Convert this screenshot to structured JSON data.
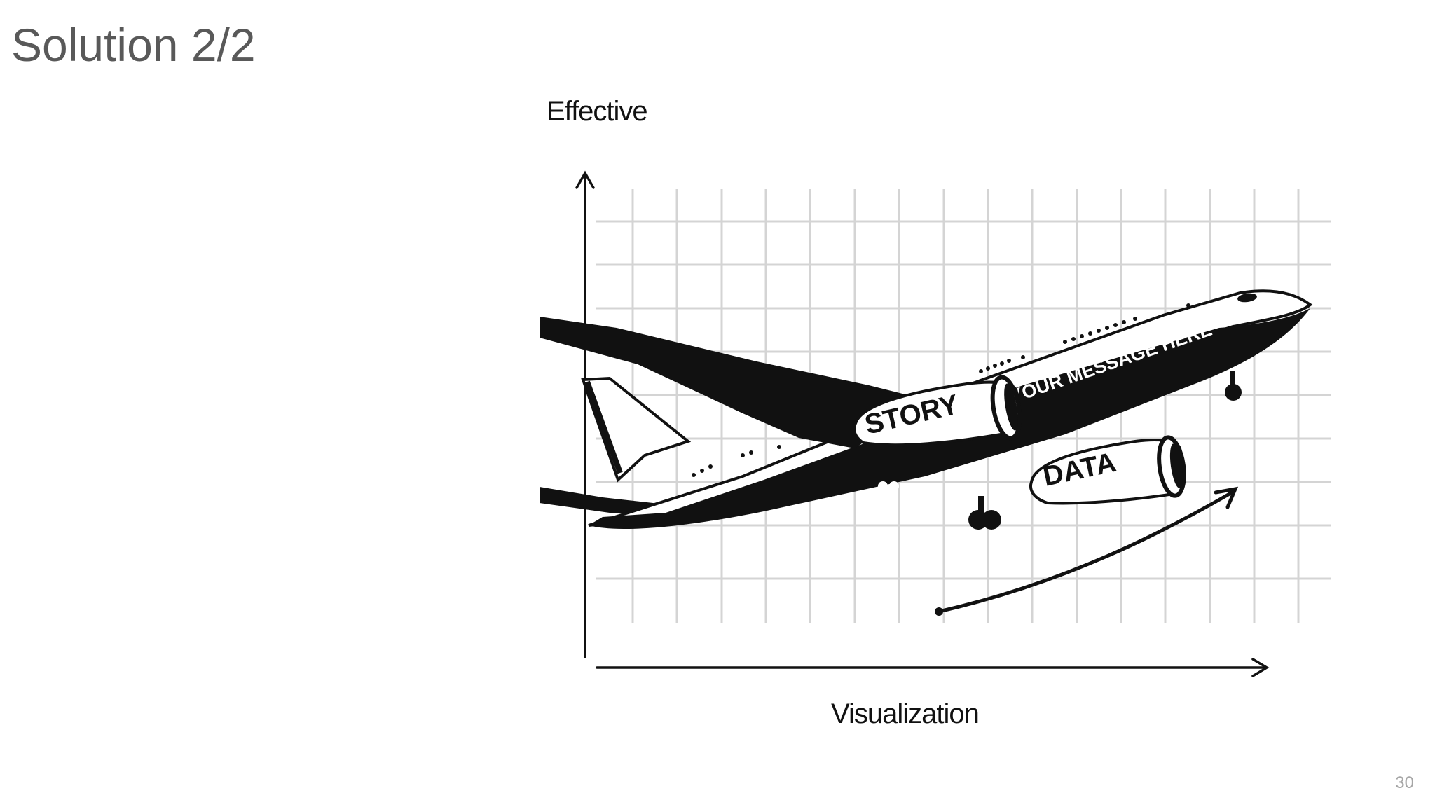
{
  "slide": {
    "title": "Solution 2/2",
    "page_number": "30"
  },
  "illustration": {
    "y_axis_label": "Effective",
    "x_axis_label": "Visualization",
    "engine_left_label": "STORY",
    "engine_right_label": "DATA",
    "fuselage_label": "YOUR MESSAGE HERE"
  },
  "colors": {
    "title": "#595959",
    "page_number": "#a6a6a6",
    "grid": "#d4d4d4",
    "ink": "#111111"
  }
}
